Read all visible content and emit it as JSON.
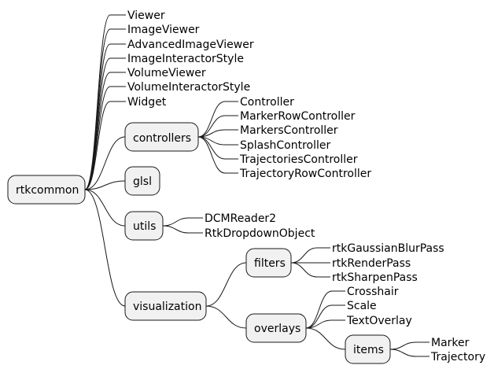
{
  "diagram": {
    "root": "rtkcommon",
    "leaves_top": [
      "Viewer",
      "ImageViewer",
      "AdvancedImageViewer",
      "ImageInteractorStyle",
      "VolumeViewer",
      "VolumeInteractorStyle",
      "Widget"
    ],
    "controllers": {
      "label": "controllers",
      "children": [
        "Controller",
        "MarkerRowController",
        "MarkersController",
        "SplashController",
        "TrajectoriesController",
        "TrajectoryRowController"
      ]
    },
    "glsl": {
      "label": "glsl"
    },
    "utils": {
      "label": "utils",
      "children": [
        "DCMReader2",
        "RtkDropdownObject"
      ]
    },
    "visualization": {
      "label": "visualization",
      "filters": {
        "label": "filters",
        "children": [
          "rtkGaussianBlurPass",
          "rtkRenderPass",
          "rtkSharpenPass"
        ]
      },
      "overlays": {
        "label": "overlays",
        "children": [
          "Crosshair",
          "Scale",
          "TextOverlay"
        ],
        "items": {
          "label": "items",
          "children": [
            "Marker",
            "Trajectory"
          ]
        }
      }
    }
  }
}
